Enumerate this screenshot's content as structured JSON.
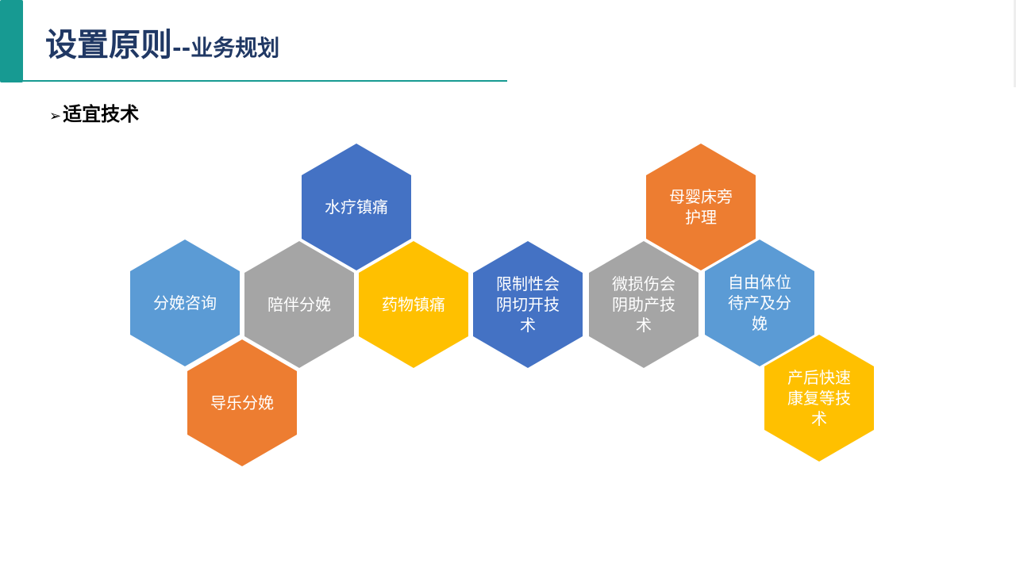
{
  "header": {
    "title_main": "设置原则",
    "title_sub": "--业务规划"
  },
  "section": {
    "arrow": "➢",
    "label": "适宜技术"
  },
  "colors": {
    "blue": "#4472C4",
    "light_blue": "#5B9BD5",
    "gray": "#A5A5A5",
    "yellow": "#FFC000",
    "orange": "#ED7D31",
    "teal": "#179A92",
    "title": "#203864"
  },
  "hexagons": [
    {
      "label": "水疗镇痛",
      "color": "#4472C4"
    },
    {
      "label": "分娩咨询",
      "color": "#5B9BD5"
    },
    {
      "label": "陪伴分娩",
      "color": "#A5A5A5"
    },
    {
      "label": "药物镇痛",
      "color": "#FFC000"
    },
    {
      "label": "导乐分娩",
      "color": "#ED7D31"
    },
    {
      "label": "限制性会阴切开技术",
      "color": "#4472C4"
    },
    {
      "label": "微损伤会阴助产技术",
      "color": "#A5A5A5"
    },
    {
      "label": "母婴床旁护理",
      "color": "#ED7D31"
    },
    {
      "label": "自由体位待产及分娩",
      "color": "#5B9BD5"
    },
    {
      "label": "产后快速康复等技术",
      "color": "#FFC000"
    }
  ]
}
